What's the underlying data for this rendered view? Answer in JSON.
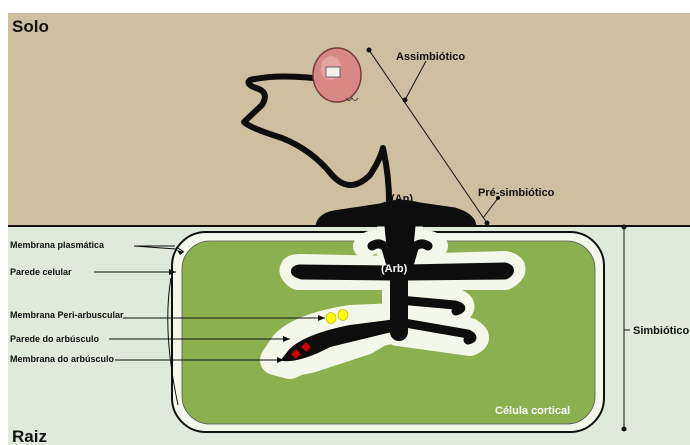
{
  "labels": {
    "soil": "Solo",
    "root": "Raiz",
    "asymbiotic": "Assimbiótico",
    "presymbiotic": "Pré-simbiótico",
    "symbiotic": "Simbiótico",
    "appressorium": "(Ap)",
    "arbuscule": "(Arb)",
    "plasma_membrane": "Membrana plasmática",
    "cell_wall": "Parede celular",
    "periarbuscular_membrane": "Membrana Peri-arbuscular",
    "arbuscule_wall": "Parede do arbúsculo",
    "arbuscule_membrane": "Membrana do arbúsculo",
    "cortical_cell": "Célula cortical"
  },
  "colors": {
    "soil": "#cdbf9f",
    "root": "#dfeadb",
    "cell_wall": "#f4f8ea",
    "cytoplasm": "#8cb050",
    "fungus": "#0d0d0d",
    "spore": "#d98888",
    "yellow_marker": "#ffff00",
    "red_marker": "#cc0000"
  }
}
